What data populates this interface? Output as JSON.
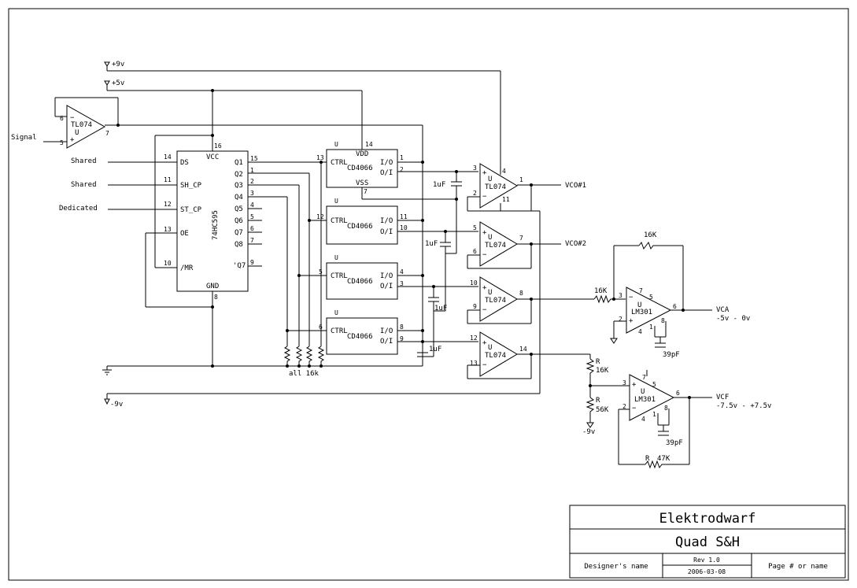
{
  "power": {
    "plus9": "+9v",
    "plus5": "+5v",
    "minus9": "-9v"
  },
  "inputs": {
    "signal": "Signal",
    "shared1": "Shared",
    "shared2": "Shared",
    "dedicated": "Dedicated"
  },
  "chips": {
    "buffer": {
      "part": "TL074",
      "unit": "U",
      "pin_minus": "6",
      "pin_plus": "5",
      "pin_out": "7"
    },
    "shift_register": {
      "part": "74HC595",
      "pins_left": [
        {
          "num": "14",
          "name": "DS"
        },
        {
          "num": "11",
          "name": "SH_CP"
        },
        {
          "num": "12",
          "name": "ST_CP"
        },
        {
          "num": "13",
          "name": "OE"
        },
        {
          "num": "10",
          "name": "/MR"
        }
      ],
      "pins_right": [
        {
          "num": "15",
          "name": "Q1"
        },
        {
          "num": "1",
          "name": "Q2"
        },
        {
          "num": "2",
          "name": "Q3"
        },
        {
          "num": "3",
          "name": "Q4"
        },
        {
          "num": "4",
          "name": "Q5"
        },
        {
          "num": "5",
          "name": "Q6"
        },
        {
          "num": "6",
          "name": "Q7"
        },
        {
          "num": "7",
          "name": "Q8"
        },
        {
          "num": "9",
          "name": "'Q7"
        }
      ],
      "vcc": "VCC",
      "vcc_pin": "16",
      "gnd": "GND",
      "gnd_pin": "8"
    },
    "switches": [
      {
        "part": "CD4066",
        "unit": "U",
        "ctrl": "CTRL",
        "io": "I/O",
        "oi": "O/I",
        "ctrl_pin": "13",
        "io_pin": "1",
        "oi_pin": "2",
        "vdd": "VDD",
        "vdd_pin": "14",
        "vss": "VSS",
        "vss_pin": "7"
      },
      {
        "part": "CD4066",
        "unit": "U",
        "ctrl": "CTRL",
        "io": "I/O",
        "oi": "O/I",
        "ctrl_pin": "12",
        "io_pin": "11",
        "oi_pin": "10"
      },
      {
        "part": "CD4066",
        "unit": "U",
        "ctrl": "CTRL",
        "io": "I/O",
        "oi": "O/I",
        "ctrl_pin": "5",
        "io_pin": "4",
        "oi_pin": "3"
      },
      {
        "part": "CD4066",
        "unit": "U",
        "ctrl": "CTRL",
        "io": "I/O",
        "oi": "O/I",
        "ctrl_pin": "6",
        "io_pin": "8",
        "oi_pin": "9"
      }
    ],
    "holds": [
      {
        "part": "TL074",
        "unit": "U",
        "pin_plus": "3",
        "pin_minus": "2",
        "pin_out": "1",
        "pin_v4": "4",
        "pin_v11": "11",
        "net": "VCO#1"
      },
      {
        "part": "TL074",
        "unit": "U",
        "pin_plus": "5",
        "pin_minus": "6",
        "pin_out": "7",
        "net": "VCO#2"
      },
      {
        "part": "TL074",
        "unit": "U",
        "pin_plus": "10",
        "pin_minus": "9",
        "pin_out": "8"
      },
      {
        "part": "TL074",
        "unit": "U",
        "pin_plus": "12",
        "pin_minus": "13",
        "pin_out": "14"
      }
    ],
    "vca_amp": {
      "part": "LM301",
      "unit": "U",
      "pins": [
        "7",
        "5",
        "3",
        "2",
        "4",
        "1",
        "8",
        "6"
      ],
      "net": "VCA",
      "range": "-5v - 0v"
    },
    "vcf_amp": {
      "part": "LM301",
      "unit": "U",
      "pins": [
        "7",
        "5",
        "3",
        "2",
        "4",
        "1",
        "8",
        "6"
      ],
      "net": "VCF",
      "range": "-7.5v - +7.5v"
    }
  },
  "components": {
    "cap_hold": "1uF",
    "r_feedback_vca": "16K",
    "r_in_vca": "16K",
    "c_comp": "39pF",
    "r_letter": "R",
    "r_top_vcf": "16K",
    "r_bot_vcf": "56K",
    "r_feedback_vcf": "47K",
    "r_bot_supply": "-9v",
    "pulldown_label": "all 16k"
  },
  "title_block": {
    "title": "Elektrodwarf",
    "subtitle": "Quad S&H",
    "designer": "Designer's name",
    "rev": "Rev 1.0",
    "date": "2006-03-08",
    "page": "Page # or name"
  }
}
